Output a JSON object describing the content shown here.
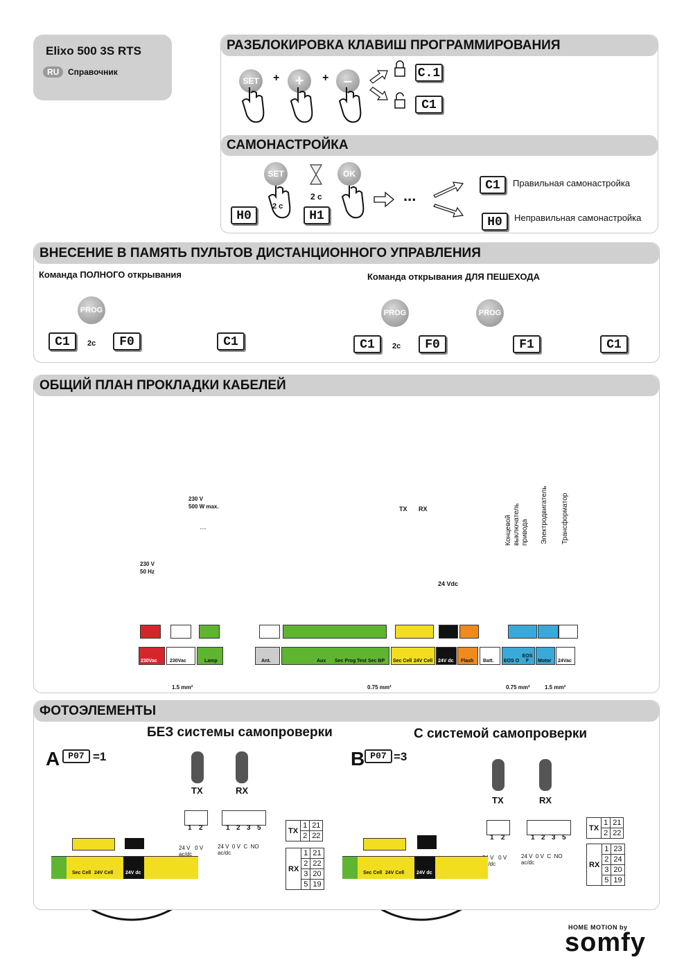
{
  "title_box": {
    "model": "Elixo 500 3S RTS",
    "lang_badge": "RU",
    "subtitle": "Справочник"
  },
  "section_unlock": {
    "title": "РАЗБЛОКИРОВКА КЛАВИШ ПРОГРАММИРОВАНИЯ",
    "buttons": [
      "SET",
      "+",
      "–"
    ],
    "plus1": "+",
    "plus2": "+",
    "display_locked": "C.1",
    "display_unlocked": "C1"
  },
  "section_auto": {
    "title": "САМОНАСТРОЙКА",
    "btn_set": "SET",
    "btn_ok": "OK",
    "hold_set": "2 c",
    "hourglass_time": "2 c",
    "display_h0": "H0",
    "display_h1": "H1",
    "ellipsis": "...",
    "result_ok_display": "C1",
    "result_ok_text": "Правильная самонастройка",
    "result_bad_display": "H0",
    "result_bad_text": "Неправильная самонастройка"
  },
  "section_remote": {
    "title": "ВНЕСЕНИЕ В ПАМЯТЬ ПУЛЬТОВ ДИСТАНЦИОННОГО УПРАВЛЕНИЯ",
    "full_label": "Команда ПОЛНОГО открывания",
    "ped_label": "Команда открывания ДЛЯ ПЕШЕХОДА",
    "btn_prog": "PROG",
    "hold": "2c",
    "full_displays": [
      "C1",
      "F0",
      "C1"
    ],
    "ped_displays": [
      "C1",
      "F0",
      "F1",
      "C1"
    ]
  },
  "section_wiring": {
    "title": "ОБЩИЙ ПЛАН ПРОКЛАДКИ КАБЕЛЕЙ",
    "mains_label_1": "230 V",
    "mains_label_2": "50 Hz",
    "lamp_label_1": "230 V",
    "lamp_label_2": "500 W max.",
    "dots": "....",
    "tx": "TX",
    "rx": "RX",
    "vdc_label": "24 Vdc",
    "vertical_labels": [
      "Концевой",
      "выключатель",
      "привода",
      "Электродвигатель",
      "Трансформатор"
    ],
    "terminals": [
      "230Vac",
      "230Vac",
      "Lamp",
      "Ant.",
      "Aux",
      "Sec Prog",
      "Test",
      "Sec BP",
      "Sec Cell",
      "24V Cell",
      "24V dc",
      "Flash",
      "Batt.",
      "EOS O",
      "EOS F",
      "Motor",
      "24Vac"
    ],
    "sizes": [
      "1.5 mm²",
      "0.75 mm²",
      "0.75 mm²",
      "1.5 mm²"
    ],
    "colors": {
      "red": "#d6262b",
      "green": "#5fb431",
      "yellow": "#f2de1e",
      "orange": "#ef8a1f",
      "blue": "#3aa9d8",
      "black": "#111111",
      "white": "#ffffff",
      "grey": "#d0d0d0"
    }
  },
  "section_photo": {
    "title": "ФОТОЭЛЕМЕНТЫ",
    "a_heading": "БЕЗ системы самопроверки",
    "b_heading": "С системой самопроверки",
    "a_letter": "A",
    "a_param": "P07",
    "a_value": "=1",
    "b_letter": "B",
    "b_param": "P07",
    "b_value": "=3",
    "tx": "TX",
    "rx": "RX",
    "tx_pins": [
      "1",
      "2"
    ],
    "rx_pins": [
      "1",
      "2",
      "3",
      "5"
    ],
    "tx_caption_1": "24 V",
    "tx_caption_2": "ac/dc",
    "tx_caption_3": "0 V",
    "rx_caption_1": "24 V",
    "rx_caption_2": "ac/dc",
    "rx_caption_3": "0 V",
    "rx_caption_4": "C",
    "rx_caption_5": "NO",
    "terminal_labels": [
      "Sec Cell",
      "24V Cell",
      "24V dc"
    ],
    "table_a": {
      "tx": [
        [
          "1",
          "21"
        ],
        [
          "2",
          "22"
        ]
      ],
      "rx": [
        [
          "1",
          "21"
        ],
        [
          "2",
          "22"
        ],
        [
          "3",
          "20"
        ],
        [
          "5",
          "19"
        ]
      ]
    },
    "table_b": {
      "tx": [
        [
          "1",
          "21"
        ],
        [
          "2",
          "22"
        ]
      ],
      "rx": [
        [
          "1",
          "23"
        ],
        [
          "2",
          "24"
        ],
        [
          "3",
          "20"
        ],
        [
          "5",
          "19"
        ]
      ]
    }
  },
  "footer": {
    "tagline": "HOME MOTION by",
    "brand": "somfy"
  }
}
